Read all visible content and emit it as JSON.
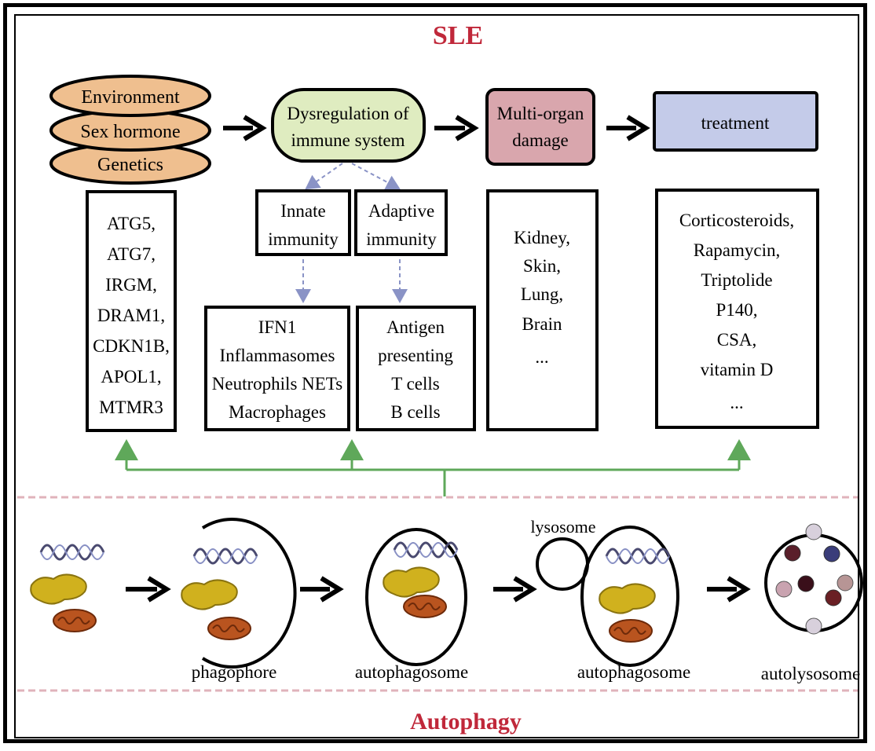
{
  "title": "SLE",
  "bottom_title": "Autophagy",
  "colors": {
    "title_red": "#c0283a",
    "oval_fill": "#efbf8f",
    "green_fill": "#dfecc0",
    "pink_fill": "#d9a6ad",
    "blue_fill": "#c4cbe9",
    "dashed_pink": "#e0b3bb",
    "connector_green": "#5fa85a",
    "dashed_arrow": "#8a93c6"
  },
  "causes": [
    "Environment",
    "Sex hormone",
    "Genetics"
  ],
  "dysregulation": [
    "Dysregulation of",
    "immune system"
  ],
  "damage": [
    "Multi-organ",
    "damage"
  ],
  "treatment_label": "treatment",
  "genes": [
    "ATG5,",
    "ATG7,",
    "IRGM,",
    "DRAM1,",
    "CDKN1B,",
    "APOL1,",
    "MTMR3"
  ],
  "innate": [
    "Innate",
    "immunity"
  ],
  "adaptive": [
    "Adaptive",
    "immunity"
  ],
  "innate_items": [
    "IFN1",
    "Inflammasomes",
    "Neutrophils NETs",
    "Macrophages"
  ],
  "adaptive_items": [
    "Antigen",
    "presenting",
    "T cells",
    "B cells"
  ],
  "organs": [
    "Kidney,",
    "Skin,",
    "Lung,",
    "Brain",
    "..."
  ],
  "drugs": [
    "Corticosteroids,",
    "Rapamycin,",
    "Triptolide",
    "P140,",
    "CSA,",
    "vitamin D",
    "..."
  ],
  "stages": {
    "phagophore": "phagophore",
    "autophagosome1": "autophagosome",
    "lysosome": "lysosome",
    "autophagosome2": "autophagosome",
    "autolysosome": "autolysosome"
  }
}
